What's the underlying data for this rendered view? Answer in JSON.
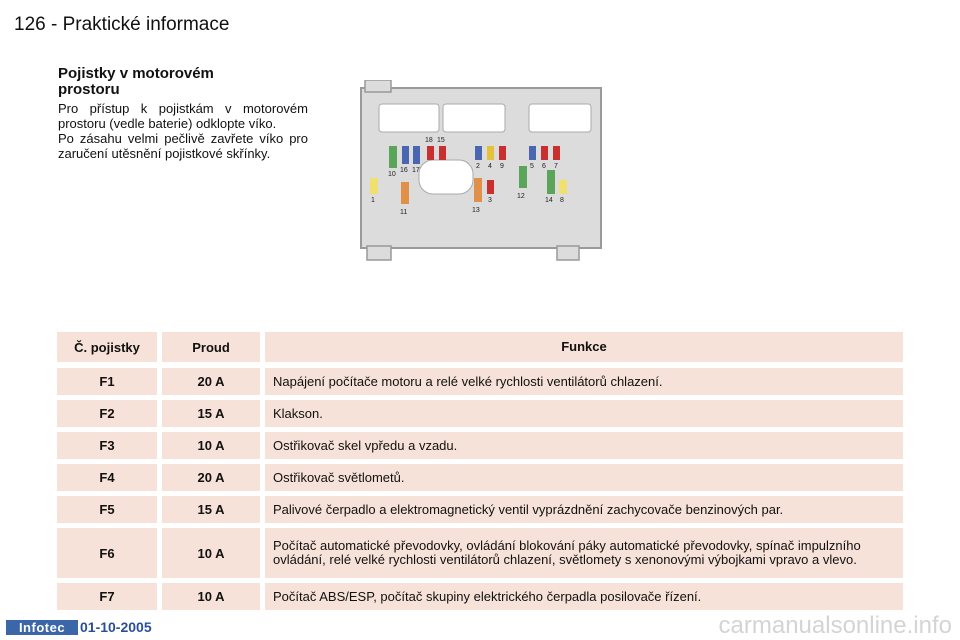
{
  "header": {
    "page_number": "126",
    "separator": "-",
    "section": "Praktické informace"
  },
  "section": {
    "title": "Pojistky v motorovém prostoru",
    "paragraph1": "Pro přístup k pojistkám v motorovém prostoru (vedle baterie) odklopte víko.",
    "paragraph2": "Po zásahu velmi pečlivě zavřete víko pro zaručení utěsnění pojistkové skřínky."
  },
  "diagram": {
    "fuse_labels": [
      "10",
      "16",
      "17",
      "18",
      "15",
      "2",
      "4",
      "9",
      "5",
      "6",
      "7",
      "1",
      "11",
      "3",
      "13",
      "12",
      "14",
      "8"
    ]
  },
  "table": {
    "headers": [
      "Č. pojistky",
      "Proud",
      "Funkce"
    ],
    "rows": [
      {
        "fuse": "F1",
        "current": "20 A",
        "function": "Napájení počítače motoru a relé velké rychlosti ventilátorů chlazení."
      },
      {
        "fuse": "F2",
        "current": "15 A",
        "function": "Klakson."
      },
      {
        "fuse": "F3",
        "current": "10 A",
        "function": "Ostřikovač skel vpředu a vzadu."
      },
      {
        "fuse": "F4",
        "current": "20 A",
        "function": "Ostřikovač světlometů."
      },
      {
        "fuse": "F5",
        "current": "15 A",
        "function": "Palivové čerpadlo a elektromagnetický ventil vyprázdnění zachycovače benzinových par."
      },
      {
        "fuse": "F6",
        "current": "10 A",
        "function": "Počítač automatické převodovky, ovládání blokování páky automatické převodovky, spínač impulzního ovládání, relé velké rychlosti ventilátorů chlazení, světlomety s xenonovými výbojkami vpravo a vlevo."
      },
      {
        "fuse": "F7",
        "current": "10 A",
        "function": "Počítač ABS/ESP, počítač skupiny elektrického čerpadla posilovače řízení."
      }
    ]
  },
  "footer": {
    "logo": "Infotec",
    "date": "01-10-2005",
    "watermark": "carmanualsonline.info"
  }
}
